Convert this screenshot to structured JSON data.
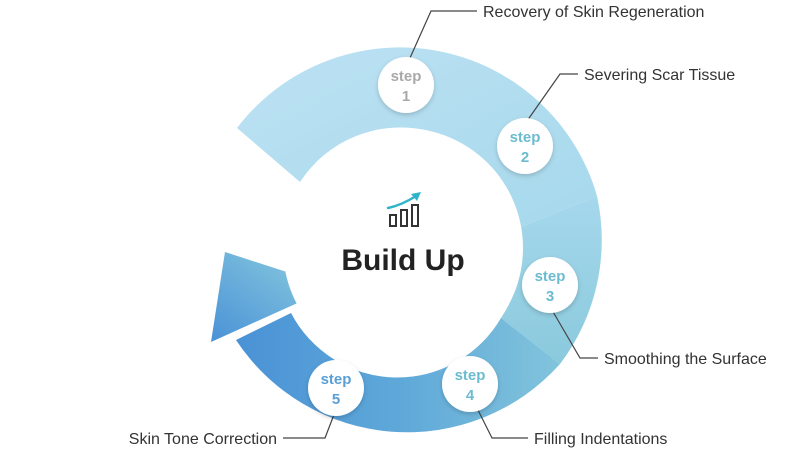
{
  "title": "Build Up",
  "icon": "bar-chart-growth-icon",
  "steps": [
    {
      "word": "step",
      "num": "1",
      "label": "Recovery of Skin Regeneration"
    },
    {
      "word": "step",
      "num": "2",
      "label": "Severing Scar Tissue"
    },
    {
      "word": "step",
      "num": "3",
      "label": "Smoothing the Surface"
    },
    {
      "word": "step",
      "num": "4",
      "label": "Filling Indentations"
    },
    {
      "word": "step",
      "num": "5",
      "label": "Skin Tone Correction"
    }
  ],
  "colors": {
    "ring_light": "#b3dcf0",
    "ring_mid": "#8fcfdd",
    "ring_dark": "#4f9ad8",
    "step1_text": "#a9a9a9",
    "step_text": "#6bbcd0",
    "step5_text": "#5a9fd6",
    "title": "#222222",
    "icon_arrow": "#2fb5c9",
    "icon_bars": "#333333"
  }
}
